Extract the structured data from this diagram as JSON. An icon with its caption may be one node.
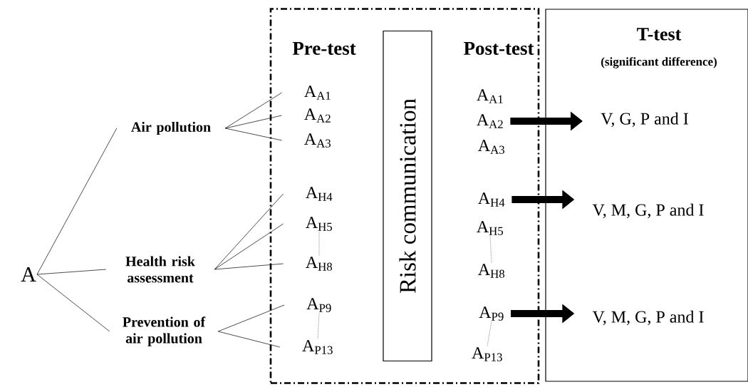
{
  "diagram": {
    "nodes": [
      {
        "text": [
          "A"
        ]
      },
      {
        "text": [
          "Air pollution"
        ]
      },
      {
        "text": [
          "Health risk assessment"
        ]
      },
      {
        "text": [
          "Prevention of air pollution"
        ]
      },
      {
        "text": [],
        "shape": "box"
      },
      {
        "text": [
          "A$_{A1}$"
        ],
        "in": 4
      },
      {
        "text": [
          "A$_{A2}$"
        ],
        "in": 4
      },
      {
        "text": [
          "A$_{A3}$"
        ],
        "in": 4
      },
      {
        "text": [
          "A$_{H4}$"
        ],
        "in": 4
      },
      {
        "text": [
          "A$_{H5}$"
        ],
        "in": 4
      },
      {
        "text": [
          "A$_{H8}$"
        ],
        "in": 4
      },
      {
        "text": [
          "A$_{P9}$"
        ],
        "in": 4
      },
      {
        "text": [
          "A$_{P13}$"
        ],
        "in": 4
      },
      {
        "text": [
          "Risk communication"
        ],
        "in": 4
      },
      {
        "text": [
          "A$_{A1}$"
        ],
        "in": 4
      },
      {
        "text": [
          "A$_{A2}$"
        ],
        "in": 4
      },
      {
        "text": [
          "A$_{A3}$"
        ],
        "in": 4
      },
      {
        "text": [
          "A$_{H4}$"
        ],
        "in": 4
      },
      {
        "text": [
          "A$_{H5}$"
        ],
        "in": 4
      },
      {
        "text": [
          "A$_{H8}$"
        ],
        "in": 4
      },
      {
        "text": [
          "A$_{P9}$"
        ],
        "in": 4
      },
      {
        "text": [
          "A$_{P13}$"
        ],
        "in": 4
      },
      {
        "text": [
          "T-test",
          "(significant difference)"
        ]
      },
      {
        "text": [
          "V, G, P and I"
        ],
        "in": 22
      },
      {
        "text": [
          "V, M, G, P and I"
        ],
        "in": 22
      },
      {
        "text": [
          "V, M, G, P and I"
        ],
        "in": 22
      }
    ],
    "edges": [
      {
        "from": 0,
        "to": 1,
        "arrow": "none"
      },
      {
        "from": 0,
        "to": 2,
        "arrow": "none"
      },
      {
        "from": 0,
        "to": 3,
        "arrow": "none"
      },
      {
        "from": 1,
        "to": 5,
        "arrow": "none"
      },
      {
        "from": 1,
        "to": 6,
        "arrow": "none"
      },
      {
        "from": 1,
        "to": 7,
        "arrow": "none"
      },
      {
        "from": 2,
        "to": 8,
        "arrow": "none"
      },
      {
        "from": 2,
        "to": 9,
        "arrow": "none"
      },
      {
        "from": 2,
        "to": 10,
        "arrow": "none"
      },
      {
        "from": 3,
        "to": 11,
        "arrow": "none"
      },
      {
        "from": 3,
        "to": 12,
        "arrow": "none"
      },
      {
        "from": 9,
        "to": 10,
        "arrow": "none",
        "style": "dashed"
      },
      {
        "from": 11,
        "to": 12,
        "arrow": "none",
        "style": "dashed"
      },
      {
        "from": 18,
        "to": 19,
        "arrow": "none",
        "style": "dashed"
      },
      {
        "from": 20,
        "to": 21,
        "arrow": "none",
        "style": "dashed"
      },
      {
        "from": 15,
        "to": 23,
        "arrow": "to",
        "style": "thick"
      },
      {
        "from": 17,
        "to": 24,
        "arrow": "to",
        "style": "thick"
      },
      {
        "from": 20,
        "to": 25,
        "arrow": "to",
        "style": "thick"
      }
    ],
    "labels": [
      "Pre-test",
      "Post-test"
    ]
  }
}
